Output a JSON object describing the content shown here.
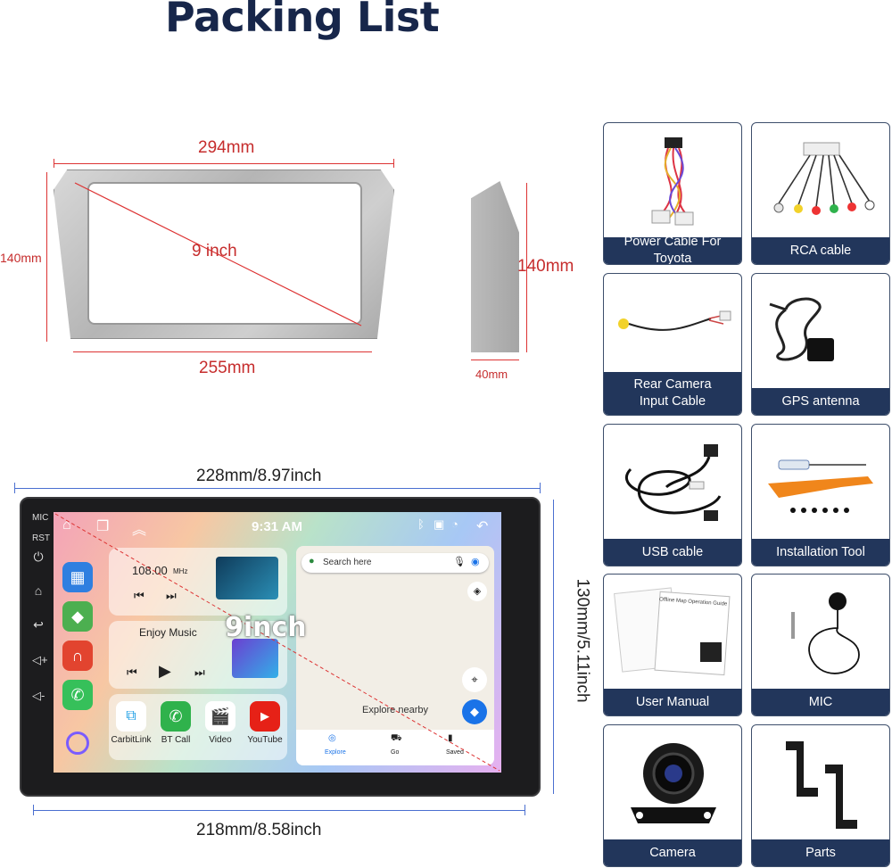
{
  "title": "Packing List",
  "frame_dims": {
    "top_width": "294mm",
    "bottom_width": "255mm",
    "height": "140mm",
    "diagonal": "9 inch",
    "side_height": "140mm",
    "side_depth": "40mm"
  },
  "unit_dims": {
    "top_width": "228mm/8.97inch",
    "bottom_width": "218mm/8.58inch",
    "height": "130mm/5.11inch",
    "diagonal": "9inch"
  },
  "screen": {
    "side_buttons": [
      "MIC",
      "RST"
    ],
    "time": "9:31 AM",
    "radio_freq": "108.00",
    "radio_unit": "MHz",
    "music_label": "Enjoy Music",
    "apps": [
      "CarbitLink",
      "BT Call",
      "Video",
      "YouTube"
    ],
    "map_search": "Search here",
    "map_explore": "Explore nearby",
    "map_tabs": [
      "Explore",
      "Go",
      "Saved"
    ]
  },
  "accessories": [
    {
      "label": "Power Cable For Toyota"
    },
    {
      "label": "RCA cable"
    },
    {
      "label": "Rear Camera\nInput Cable"
    },
    {
      "label": "GPS antenna"
    },
    {
      "label": "USB cable"
    },
    {
      "label": "Installation Tool"
    },
    {
      "label": "User Manual"
    },
    {
      "label": "MIC"
    },
    {
      "label": "Camera"
    },
    {
      "label": "Parts"
    }
  ],
  "manual_text": "Offline Map Operation Guide",
  "colors": {
    "accent_navy": "#22365b",
    "dimension_red": "#c62d2d",
    "dimension_blue": "#4a6fd0"
  }
}
